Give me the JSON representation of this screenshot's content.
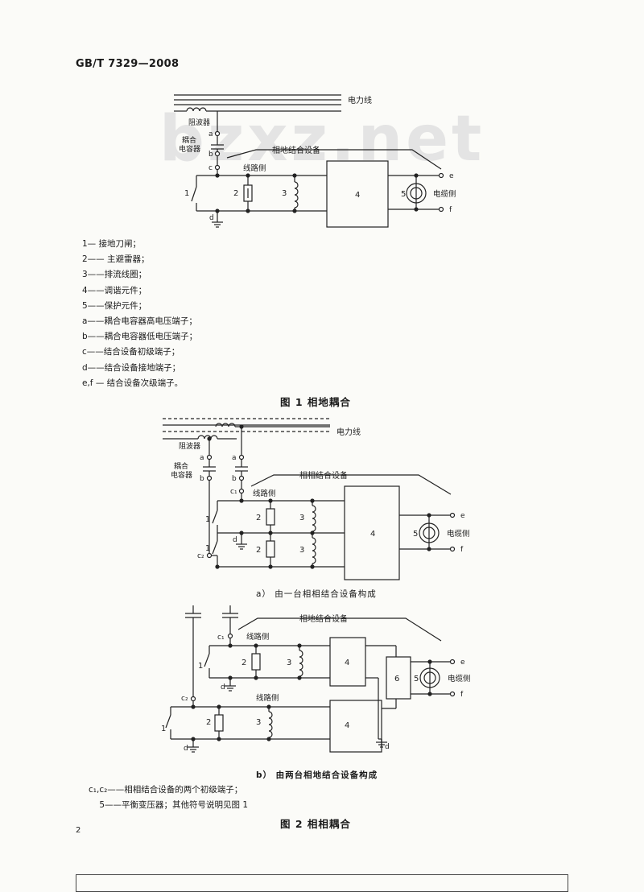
{
  "header": {
    "standard_no": "GB/T 7329—2008"
  },
  "watermark": "bzxz.net",
  "figure1": {
    "labels": {
      "power_line": "电力线",
      "wave_trap": "阻波器",
      "coupling_capacitor": "耦合\n电容器",
      "equipment": "相地结合设备",
      "line_side": "线路侧",
      "cable_side": "电缆侧",
      "t_a": "a",
      "t_b": "b",
      "t_c": "c",
      "t_d": "d",
      "t_e": "e",
      "t_f": "f",
      "n1": "1",
      "n2": "2",
      "n3": "3",
      "n4": "4",
      "n5": "5"
    },
    "legend": [
      "1—  接地刀闸；",
      "2—— 主避雷器；",
      "3——排流线圈；",
      "4——调谐元件；",
      "5——保护元件；",
      "a——耦合电容器高电压端子；",
      "b——耦合电容器低电压端子；",
      "c——结合设备初级端子；",
      "d——结合设备接地端子；",
      "e,f — 结合设备次级端子。"
    ],
    "caption": "图 1   相地耦合"
  },
  "figure2a": {
    "labels": {
      "power_line": "电力线",
      "wave_trap": "阻波器",
      "coupling_capacitor": "耦合\n电容器",
      "equipment": "相相结合设备",
      "line_side": "线路侧",
      "cable_side": "电缆侧",
      "t_a": "a",
      "t_b": "b",
      "t_a2": "a",
      "t_b2": "b",
      "t_c1": "c₁",
      "t_c2": "c₂",
      "t_d": "d",
      "t_e": "e",
      "t_f": "f",
      "n1": "1",
      "n2": "2",
      "n3": "3",
      "n4": "4",
      "n5": "5"
    },
    "subcaption": "a）  由一台相相结合设备构成"
  },
  "figure2b": {
    "labels": {
      "equipment": "相地结合设备",
      "line_side": "线路侧",
      "line_side2": "线路侧",
      "cable_side": "电缆侧",
      "t_c1": "c₁",
      "t_c2": "c₂",
      "t_d": "d",
      "t_d2": "d",
      "t_d3": "d",
      "t_e": "e",
      "t_f": "f",
      "n1": "1",
      "n2": "2",
      "n3": "3",
      "n4": "4",
      "n5": "5",
      "n6": "6"
    },
    "subcaption": "b）  由两台相地结合设备构成"
  },
  "legend2": [
    "c₁,c₂——相相结合设备的两个初级端子；",
    "    5——平衡变压器；其他符号说明见图 1"
  ],
  "caption2": "图 2   相相耦合",
  "page_number": "2"
}
